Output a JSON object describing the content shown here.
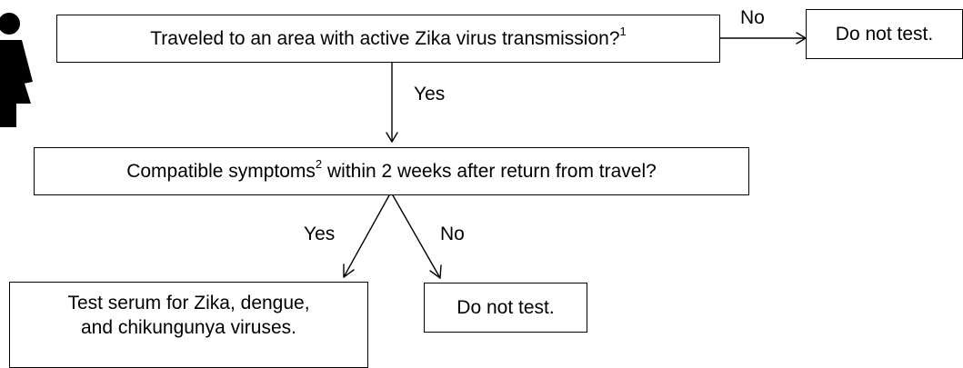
{
  "flowchart": {
    "q1": {
      "text": "Traveled to an area with active Zika virus transmission?",
      "footnote": "1"
    },
    "q1_no_label": "No",
    "q1_yes_label": "Yes",
    "do_not_test_top": "Do not test.",
    "q2": {
      "text_before": "Compatible symptoms",
      "footnote": "2",
      "text_after": " within 2 weeks after return from travel?"
    },
    "q2_yes_label": "Yes",
    "q2_no_label": "No",
    "test_box": {
      "line1": "Test serum for Zika, dengue,",
      "line2": "and chikungunya viruses."
    },
    "do_not_test_bottom": "Do not test."
  },
  "icons": {
    "woman": "woman-figure-icon"
  }
}
